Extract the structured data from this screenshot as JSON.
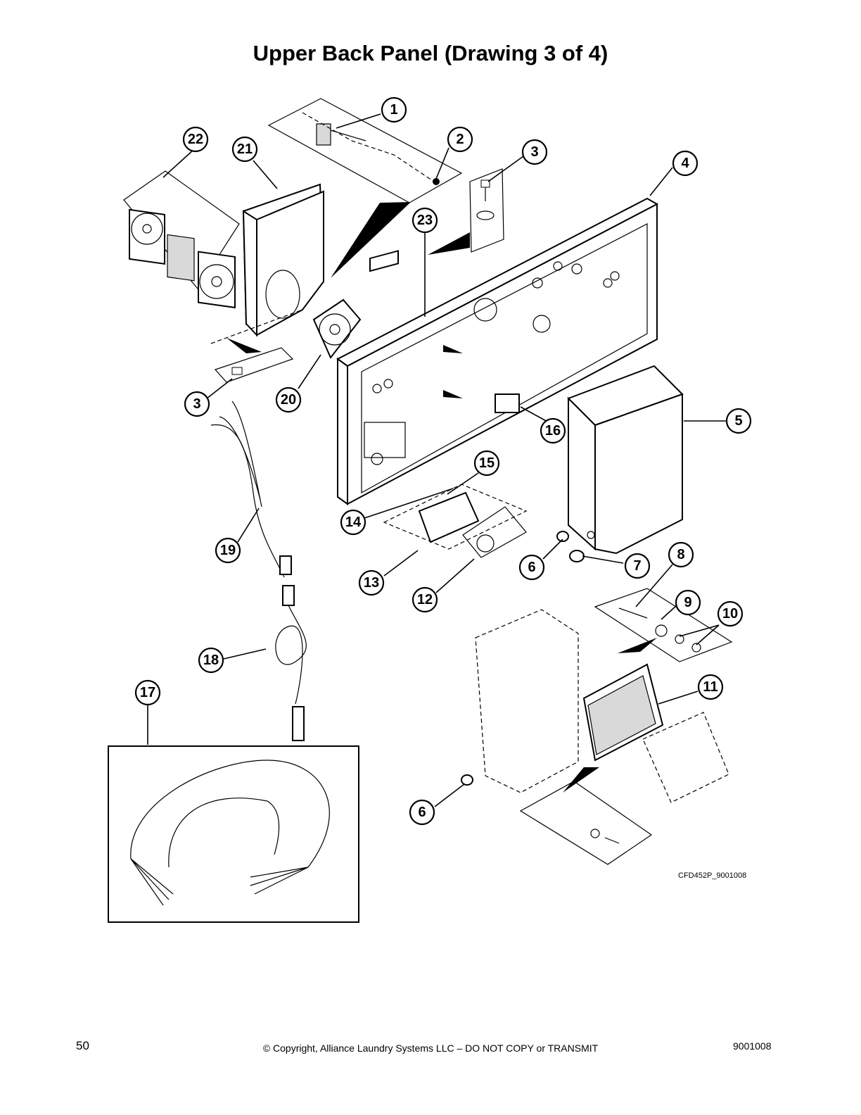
{
  "title": "Upper Back Panel (Drawing 3 of 4)",
  "drawing_id": "CFD452P_9001008",
  "footer": {
    "page_number": "50",
    "copyright": "© Copyright, Alliance Laundry Systems LLC – DO NOT COPY or TRANSMIT",
    "document_number": "9001008"
  },
  "callouts": {
    "c1": "1",
    "c2": "2",
    "c3a": "3",
    "c3b": "3",
    "c4": "4",
    "c5": "5",
    "c6a": "6",
    "c6b": "6",
    "c7": "7",
    "c8": "8",
    "c9": "9",
    "c10": "10",
    "c11": "11",
    "c12": "12",
    "c13": "13",
    "c14": "14",
    "c15": "15",
    "c16": "16",
    "c17": "17",
    "c18": "18",
    "c19": "19",
    "c20": "20",
    "c21": "21",
    "c22": "22",
    "c23": "23"
  }
}
